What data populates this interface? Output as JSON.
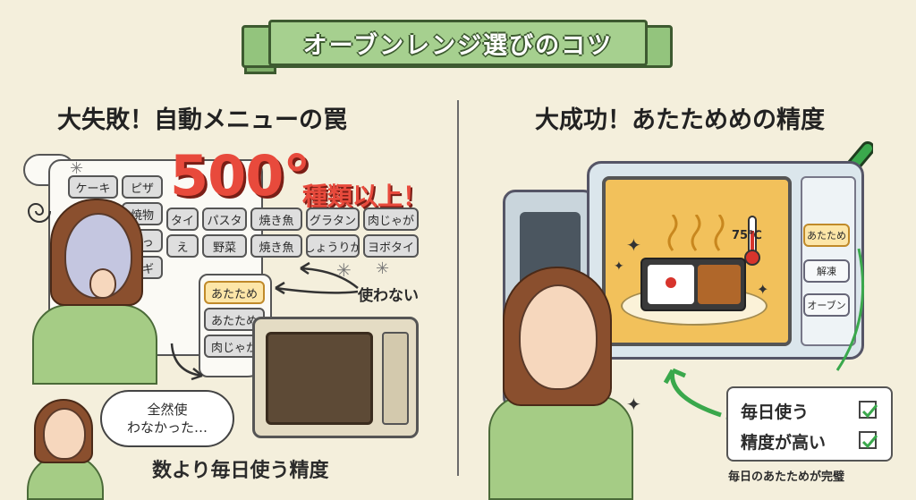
{
  "title": "オーブンレンジ選びのコツ",
  "left": {
    "heading": "大失敗！自動メニューの罠",
    "count": "500°",
    "count_suffix": "種類以上！",
    "scroll_items": [
      "ケーキ",
      "ピザ",
      "焼物",
      "とっ",
      "イギ"
    ],
    "menu_grid": [
      "タイ",
      "パスタ",
      "焼き魚",
      "グラタン",
      "肉じゃが",
      "え",
      "野菜",
      "焼き魚",
      "しょうりが",
      "ヨボタイ"
    ],
    "scroll_list": [
      "あたため",
      "あたため",
      "肉じゃが"
    ],
    "unused_label": "使わない",
    "speech": [
      "全然使",
      "わなかった…"
    ],
    "caption": "数より毎日使う精度"
  },
  "right": {
    "heading": "大成功！あたためめの精度",
    "temperature": "75℃",
    "buttons": [
      "あたため",
      "解凍",
      "オーブン"
    ],
    "checklist": [
      "毎日使う",
      "精度が高い"
    ],
    "caption": "毎日のあたためが完璧"
  },
  "colors": {
    "background": "#f4efdc",
    "banner": "#a6d08f",
    "accent_red": "#e84a3c",
    "check_green": "#3aa84c",
    "highlight": "#fde6a8"
  }
}
